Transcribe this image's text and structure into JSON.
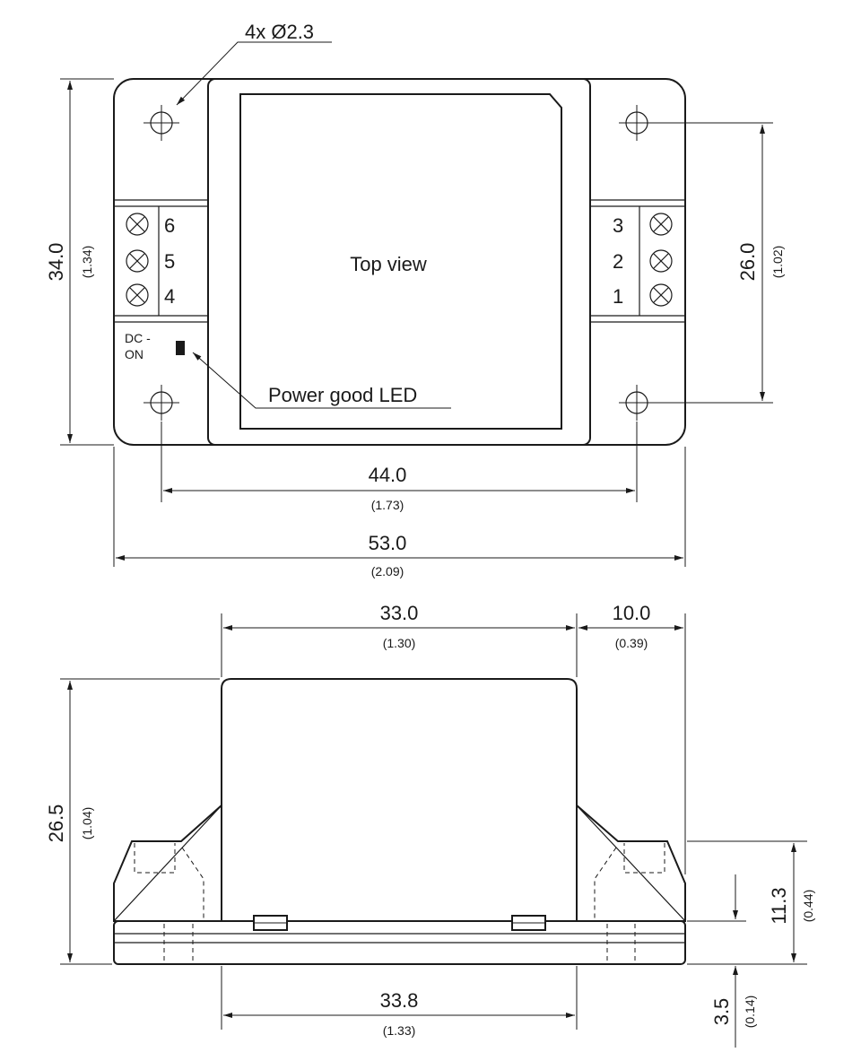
{
  "top_view": {
    "hole_note": "4x Ø2.3",
    "label": "Top view",
    "led_label": "Power good LED",
    "switch_label_line1": "DC -",
    "switch_label_line2": "ON",
    "pins_left": [
      "6",
      "5",
      "4"
    ],
    "pins_right": [
      "3",
      "2",
      "1"
    ],
    "dim_height": "34.0",
    "dim_height_in": "(1.34)",
    "dim_hole_vertical": "26.0",
    "dim_hole_vertical_in": "(1.02)",
    "dim_hole_horizontal": "44.0",
    "dim_hole_horizontal_in": "(1.73)",
    "dim_width": "53.0",
    "dim_width_in": "(2.09)"
  },
  "side_view": {
    "dim_body_top": "33.0",
    "dim_body_top_in": "(1.30)",
    "dim_flange": "10.0",
    "dim_flange_in": "(0.39)",
    "dim_height": "26.5",
    "dim_height_in": "(1.04)",
    "dim_flange_height": "11.3",
    "dim_flange_height_in": "(0.44)",
    "dim_base": "3.5",
    "dim_base_in": "(0.14)",
    "dim_body_bottom": "33.8",
    "dim_body_bottom_in": "(1.33)"
  }
}
